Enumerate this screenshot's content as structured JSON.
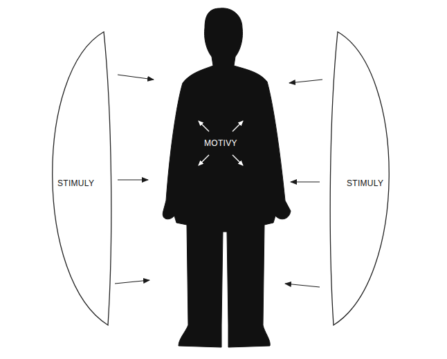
{
  "diagram": {
    "nodes": [
      {
        "text": [
          "STIMULY"
        ]
      },
      {
        "text": [
          "MOTIVY"
        ]
      },
      {
        "text": [
          "STIMULY"
        ]
      }
    ],
    "edges": [
      {
        "from": 0,
        "to": 1,
        "arrow": "to"
      },
      {
        "from": 0,
        "to": 1,
        "arrow": "to"
      },
      {
        "from": 0,
        "to": 1,
        "arrow": "to"
      },
      {
        "from": 2,
        "to": 1,
        "arrow": "to"
      },
      {
        "from": 2,
        "to": 1,
        "arrow": "to"
      },
      {
        "from": 2,
        "to": 1,
        "arrow": "to"
      }
    ]
  }
}
